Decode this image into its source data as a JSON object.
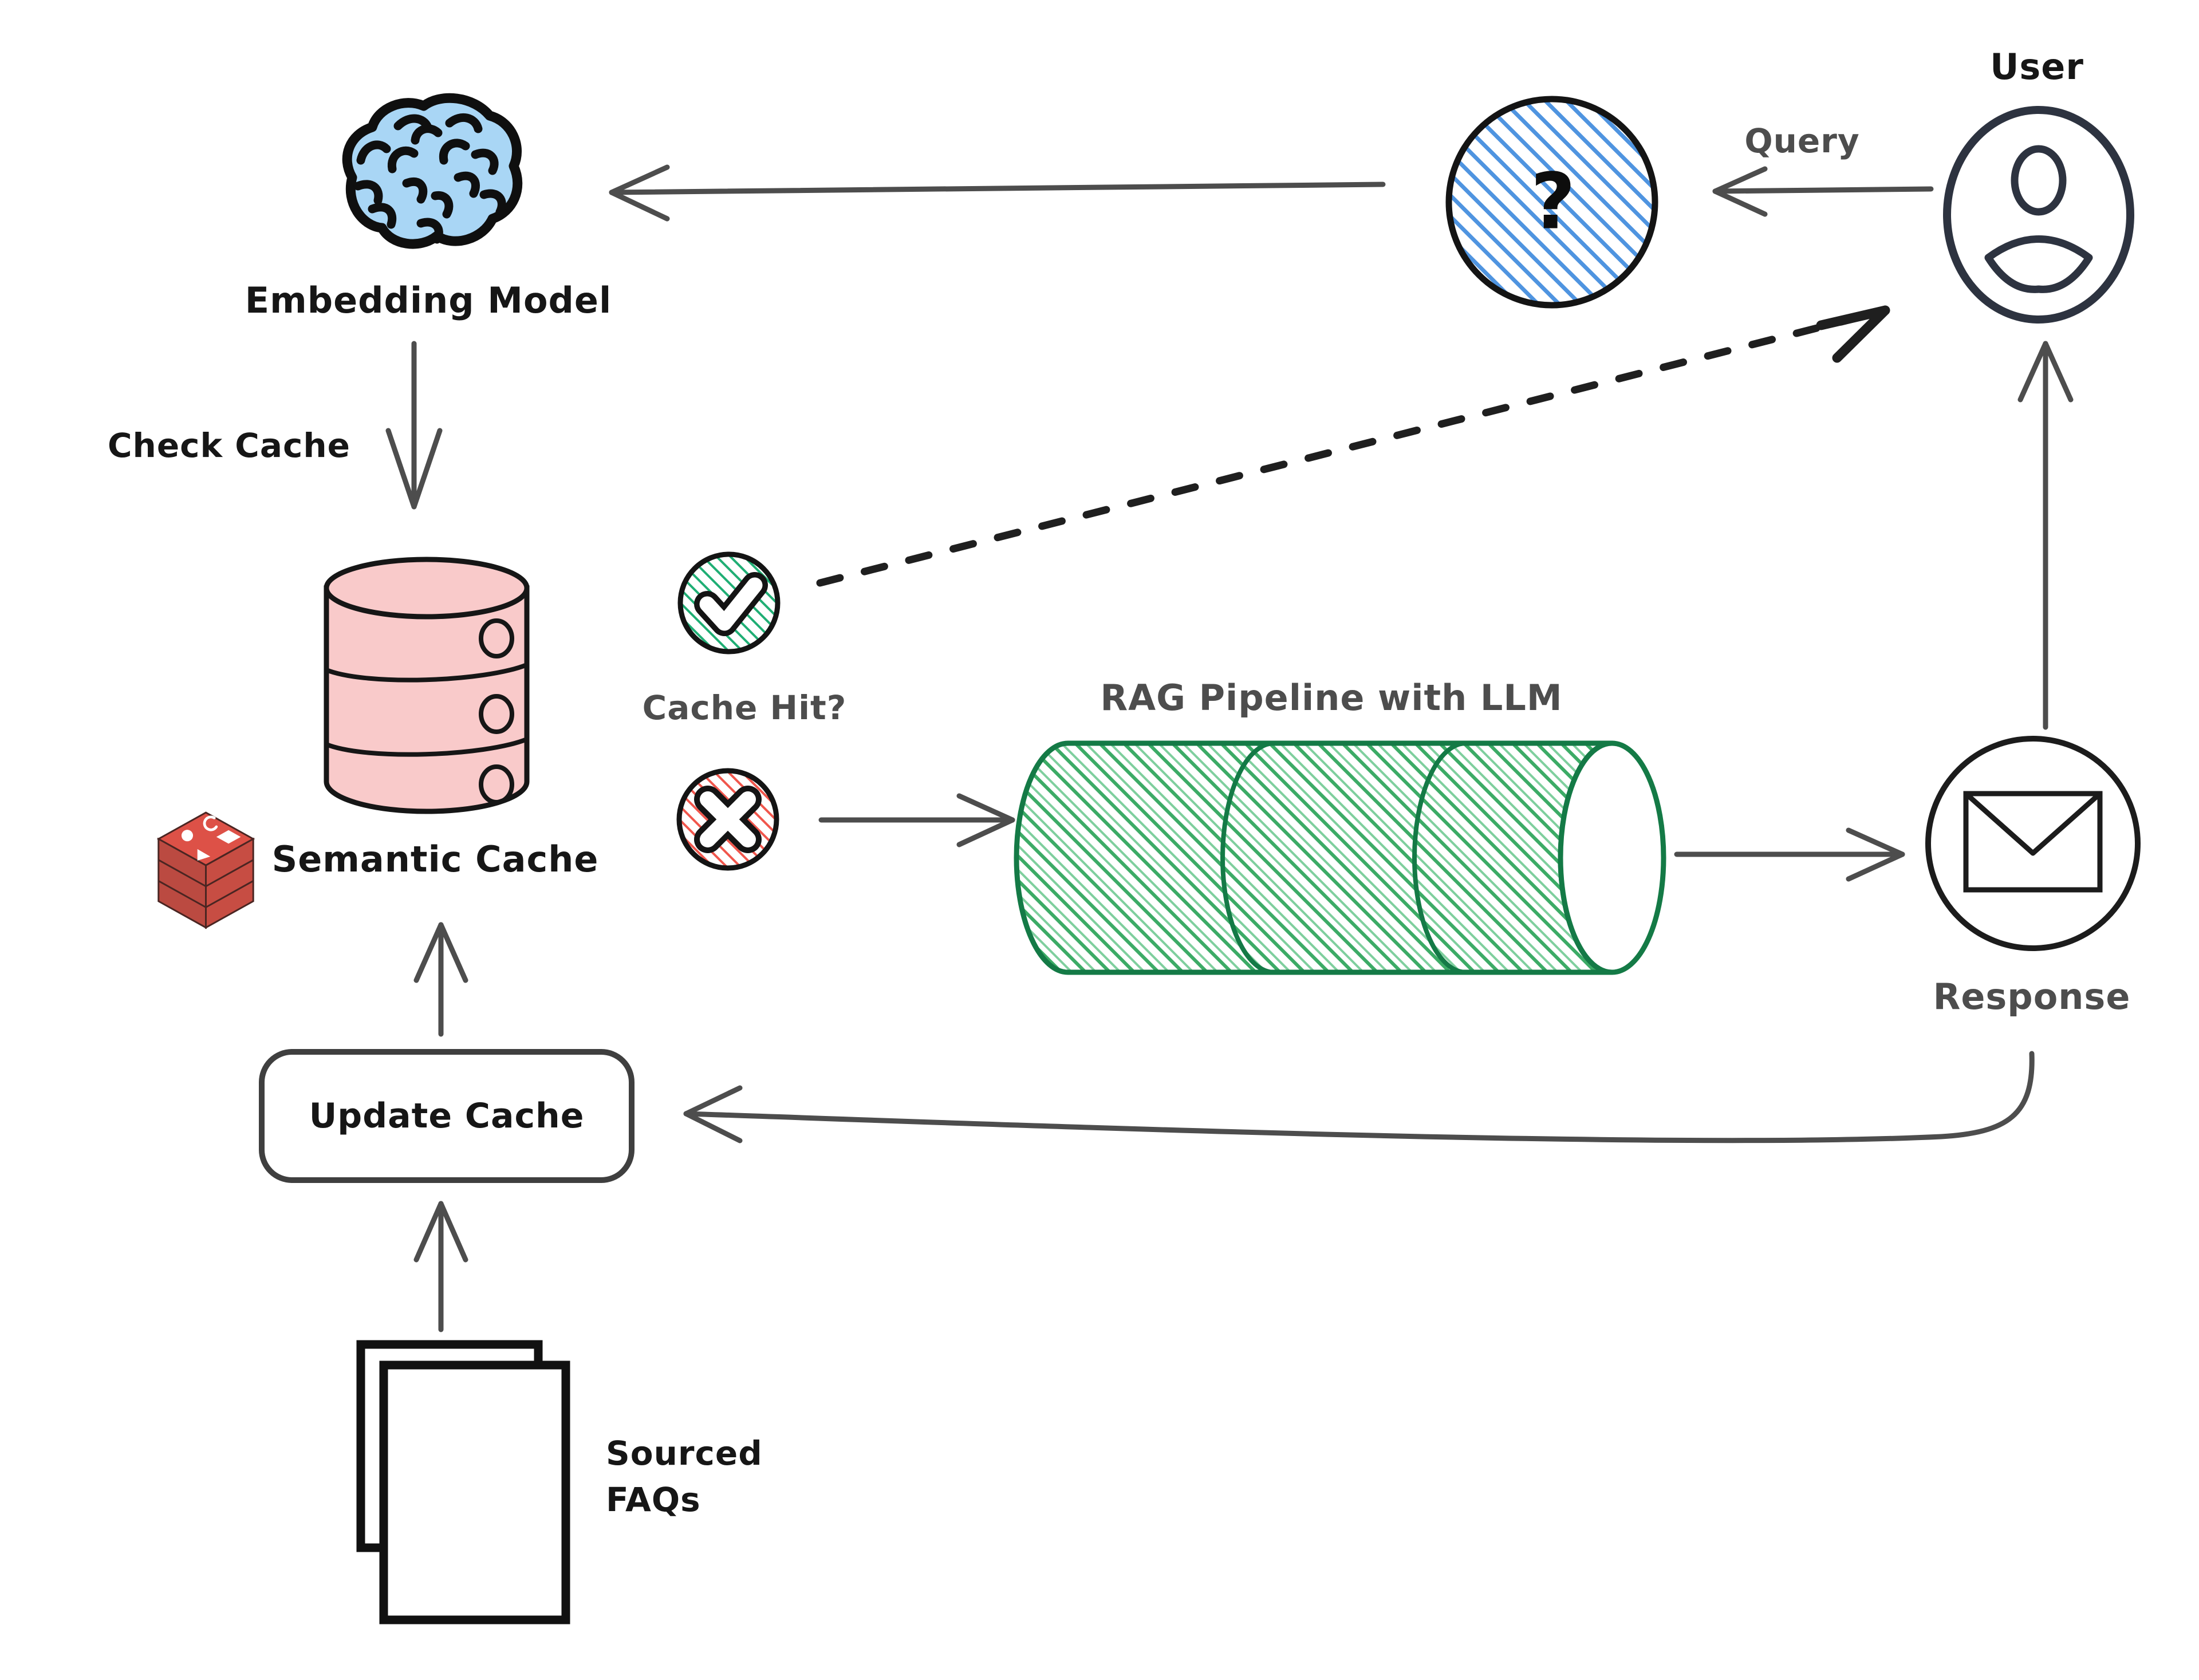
{
  "diagram": {
    "nodes": {
      "embedding_model": {
        "label": "Embedding Model",
        "icon": "brain-icon"
      },
      "user": {
        "label": "User",
        "icon": "person-icon"
      },
      "query_bubble": {
        "symbol": "?",
        "icon": "question-circle-icon"
      },
      "semantic_cache": {
        "label": "Semantic Cache",
        "icon": "database-cylinder-icon"
      },
      "redis": {
        "icon": "redis-cube-icon"
      },
      "cache_hit_yes": {
        "icon": "check-circle-icon"
      },
      "cache_hit_no": {
        "icon": "cross-circle-icon"
      },
      "rag_pipeline": {
        "label": "RAG Pipeline with LLM",
        "icon": "pipeline-cylinder-icon"
      },
      "response": {
        "label": "Response",
        "icon": "envelope-circle-icon"
      },
      "update_cache": {
        "label": "Update Cache"
      },
      "sourced_faqs": {
        "label": "Sourced FAQs",
        "icon": "documents-icon"
      }
    },
    "edges": {
      "query": {
        "label": "Query",
        "from": "user",
        "to": "query_bubble"
      },
      "embed": {
        "from": "query_bubble",
        "to": "embedding_model"
      },
      "check_cache": {
        "label": "Check Cache",
        "from": "embedding_model",
        "to": "semantic_cache"
      },
      "cache_hit": {
        "label": "Cache Hit?"
      },
      "hit_return": {
        "style": "dashed",
        "from": "cache_hit_yes",
        "to": "user"
      },
      "miss_to_pipeline": {
        "from": "cache_hit_no",
        "to": "rag_pipeline"
      },
      "pipeline_to_response": {
        "from": "rag_pipeline",
        "to": "response"
      },
      "response_to_user": {
        "from": "response",
        "to": "user"
      },
      "response_to_update": {
        "style": "curved",
        "from": "response",
        "to": "update_cache"
      },
      "update_to_cache": {
        "from": "update_cache",
        "to": "semantic_cache"
      },
      "faqs_to_update": {
        "from": "sourced_faqs",
        "to": "update_cache"
      }
    },
    "colors": {
      "brain_fill": "#a9d6f5",
      "question_hatch": "#4f94e0",
      "cache_fill": "#f9caca",
      "check_hatch": "#1fae74",
      "cross_hatch": "#f0564c",
      "pipeline_stroke": "#147a46",
      "pipeline_hatch": "#3cab66",
      "redis_top": "#dd5147",
      "redis_side": "#bb4a41",
      "ink": "#161616",
      "arrow": "#4d4d4d"
    }
  }
}
